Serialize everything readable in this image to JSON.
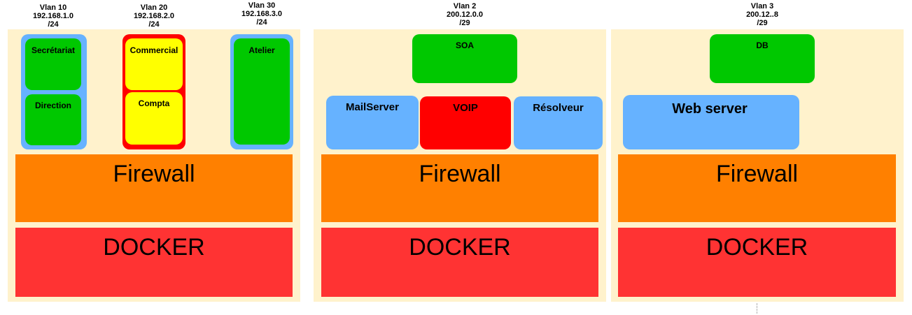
{
  "vlans": [
    {
      "name": "Vlan 10",
      "network": "192.168.1.0",
      "mask": "/24"
    },
    {
      "name": "Vlan 20",
      "network": "192.168.2.0",
      "mask": "/24"
    },
    {
      "name": "Vlan 30",
      "network": "192.168.3.0",
      "mask": "/24"
    },
    {
      "name": "Vlan 2",
      "network": "200.12.0.0",
      "mask": "/29"
    },
    {
      "name": "Vlan 3",
      "network": "200.12..8",
      "mask": "/29"
    }
  ],
  "boxes": {
    "secretariat": "Secrétariat",
    "direction": "Direction",
    "commercial": "Commercial",
    "compta": "Compta",
    "atelier": "Atelier",
    "soa": "SOA",
    "mailserver": "MailServer",
    "voip": "VOIP",
    "resolveur": "Résolveur",
    "db": "DB",
    "webserver": "Web server"
  },
  "layers": {
    "firewall": "Firewall",
    "docker": "DOCKER"
  },
  "colors": {
    "panel": "#fff2cc",
    "firewall": "#ff8000",
    "docker": "#ff3333",
    "green": "#00c800",
    "yellow": "#ffff00",
    "blue": "#66b2ff",
    "red": "#ff0000"
  }
}
